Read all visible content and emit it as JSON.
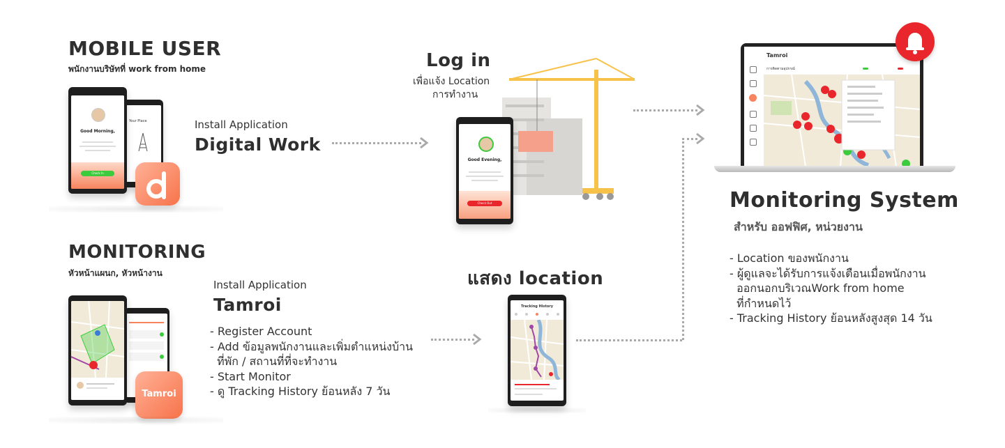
{
  "mobile_user": {
    "title": "MOBILE USER",
    "subtitle": "พนักงานบริษัทที่ work from home",
    "install_label": "Install Application",
    "app_name": "Digital Work",
    "phone_greeting": "Good Morning,",
    "phone_button": "Check In",
    "second_screen_title": "Your Place"
  },
  "login": {
    "title": "Log in",
    "line1": "เพื่อแจ้ง Location",
    "line2": "การทำงาน",
    "phone_greeting": "Good Evening,",
    "phone_button": "Check Out"
  },
  "monitoring": {
    "title": "MONITORING",
    "subtitle": "หัวหน้าแผนก, หัวหน้างาน",
    "install_label": "Install Application",
    "app_name": "Tamroi",
    "logo_text": "Tamroi",
    "bullets": [
      "- Register Account",
      "- Add ข้อมูลพนักงานและเพิ่มตำแหน่งบ้าน",
      "  ที่พัก / สถานที่ที่จะทำงาน",
      "- Start Monitor",
      "- ดู Tracking History ย้อนหลัง 7 วัน"
    ]
  },
  "show_location": {
    "title": "แสดง location",
    "phone_header": "Tracking History"
  },
  "monitoring_system": {
    "title": "Monitoring System",
    "subtitle": "สำหรับ ออฟฟิศ, หน่วยงาน",
    "bullets": [
      "- Location ของพนักงาน",
      "- ผู้ดูแลจะได้รับการแจ้งเตือนเมื่อพนักงาน",
      "  ออกนอกบริเวณWork from home",
      "  ที่กำหนดไว้",
      "- Tracking History ย้อนหลังสูงสุด 14 วัน"
    ],
    "laptop_brand": "Tamroi",
    "laptop_header": "การติดตามอุปกรณ์"
  },
  "colors": {
    "accent_orange": "#f7845e",
    "alert_red": "#e8262c",
    "check_green": "#3ccb3c",
    "map_bg": "#f2ead9",
    "river_blue": "#8fb6d8",
    "crane_yellow": "#f7c24a"
  }
}
